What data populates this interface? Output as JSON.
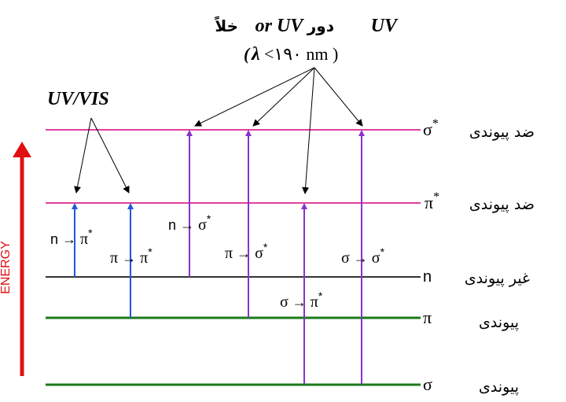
{
  "title": {
    "line1_prefix": "UV",
    "line1_arabic": "دور",
    "line1_or": "or UV",
    "line1_arabic2": "خلاً",
    "line2_lambda": "λ",
    "line2_rest": "<۱۹۰ nm )",
    "line2_open": "("
  },
  "uvvis_label": "UV/VIS",
  "energy_label": "ENERGY",
  "levels": [
    {
      "id": "sigma-star",
      "symbol": "σ",
      "sup": "*",
      "label": "ضد پیوندی",
      "color": "#e040a0"
    },
    {
      "id": "pi-star",
      "symbol": "π",
      "sup": "*",
      "label": "ضد پیوندی",
      "color": "#e040a0"
    },
    {
      "id": "n",
      "symbol": "n",
      "sup": "",
      "label": "غیر پیوندی",
      "color": "#333333"
    },
    {
      "id": "pi",
      "symbol": "π",
      "sup": "",
      "label": "پیوندی",
      "color": "#1a7a1a"
    },
    {
      "id": "sigma",
      "symbol": "σ",
      "sup": "",
      "label": "پیوندی",
      "color": "#1a7a1a"
    }
  ],
  "transitions": [
    {
      "id": "n-pi-star",
      "from": "n",
      "to": "π",
      "sup": "*",
      "color": "#2255dd"
    },
    {
      "id": "pi-pi-star",
      "from": "π",
      "to": "π",
      "sup": "*",
      "color": "#2255dd"
    },
    {
      "id": "n-sigma-star",
      "from": "n",
      "to": "σ",
      "sup": "*",
      "color": "#8833cc"
    },
    {
      "id": "pi-sigma-star",
      "from": "π",
      "to": "σ",
      "sup": "*",
      "color": "#8833cc"
    },
    {
      "id": "sigma-pi-star",
      "from": "σ",
      "to": "π",
      "sup": "*",
      "color": "#8833cc"
    },
    {
      "id": "sigma-sigma-star",
      "from": "σ",
      "to": "σ",
      "sup": "*",
      "color": "#8833cc"
    }
  ],
  "colors": {
    "energy_arrow": "#e01010",
    "pointer": "#000000"
  }
}
